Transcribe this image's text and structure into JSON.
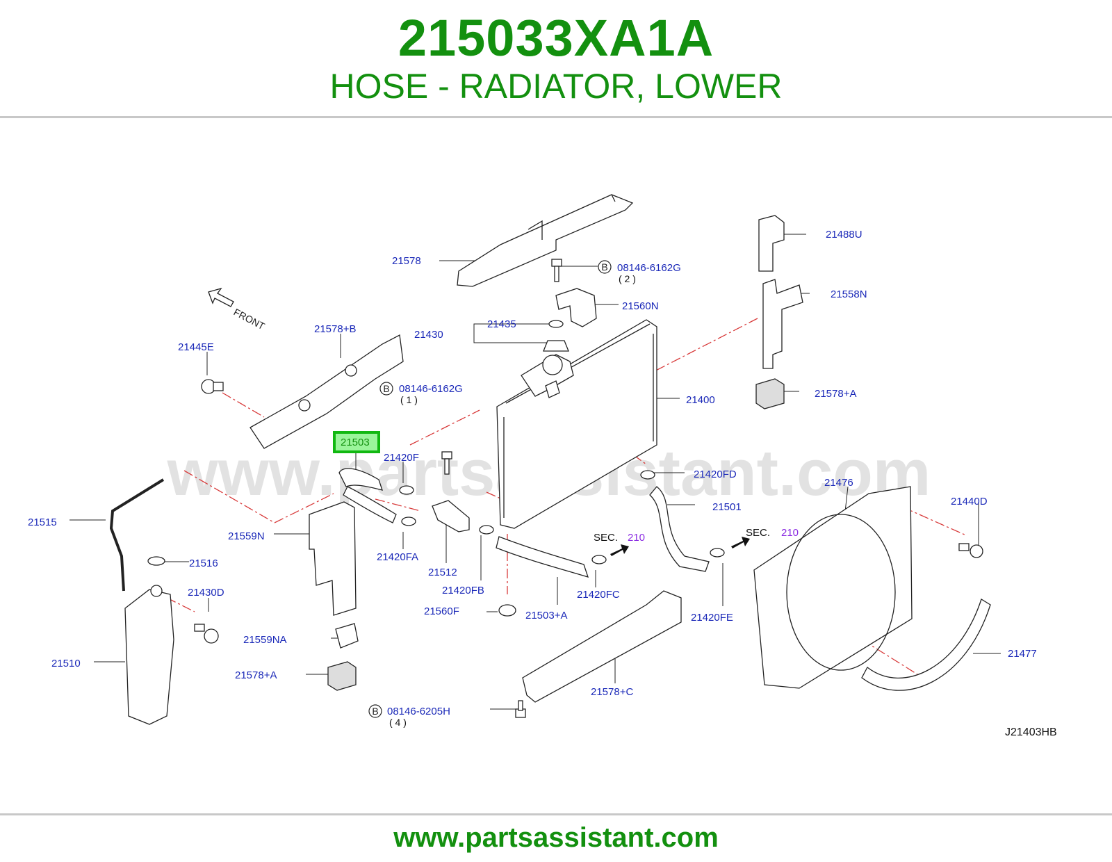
{
  "header": {
    "part_number": "215033XA1A",
    "description": "HOSE - RADIATOR, LOWER"
  },
  "watermark": "www.partsassistant.com",
  "footer": {
    "url": "www.partsassistant.com"
  },
  "diagram": {
    "front_label": "FRONT",
    "diagram_code": "J21403HB",
    "highlighted_part": "21503",
    "labels": [
      {
        "id": "21578",
        "text": "21578"
      },
      {
        "id": "08146-6162G-top",
        "text": "08146-6162G"
      },
      {
        "id": "21488U",
        "text": "21488U"
      },
      {
        "id": "21558N",
        "text": "21558N"
      },
      {
        "id": "21560N",
        "text": "21560N"
      },
      {
        "id": "21435",
        "text": "21435"
      },
      {
        "id": "21430",
        "text": "21430"
      },
      {
        "id": "21578+B",
        "text": "21578+B"
      },
      {
        "id": "21445E",
        "text": "21445E"
      },
      {
        "id": "08146-6162G-mid",
        "text": "08146-6162G"
      },
      {
        "id": "21400",
        "text": "21400"
      },
      {
        "id": "21578+A-right",
        "text": "21578+A"
      },
      {
        "id": "21503",
        "text": "21503"
      },
      {
        "id": "21420F",
        "text": "21420F"
      },
      {
        "id": "21420FD",
        "text": "21420FD"
      },
      {
        "id": "21515",
        "text": "21515"
      },
      {
        "id": "21559N",
        "text": "21559N"
      },
      {
        "id": "21501",
        "text": "21501"
      },
      {
        "id": "21476",
        "text": "21476"
      },
      {
        "id": "21440D",
        "text": "21440D"
      },
      {
        "id": "21420FA",
        "text": "21420FA"
      },
      {
        "id": "21512",
        "text": "21512"
      },
      {
        "id": "21420FB",
        "text": "21420FB"
      },
      {
        "id": "21420FC",
        "text": "21420FC"
      },
      {
        "id": "21516",
        "text": "21516"
      },
      {
        "id": "21430D",
        "text": "21430D"
      },
      {
        "id": "21560F",
        "text": "21560F"
      },
      {
        "id": "21503+A",
        "text": "21503+A"
      },
      {
        "id": "21420FE",
        "text": "21420FE"
      },
      {
        "id": "21559NA",
        "text": "21559NA"
      },
      {
        "id": "21510",
        "text": "21510"
      },
      {
        "id": "21578+A-left",
        "text": "21578+A"
      },
      {
        "id": "21578+C",
        "text": "21578+C"
      },
      {
        "id": "21477",
        "text": "21477"
      },
      {
        "id": "08146-6205H",
        "text": "08146-6205H"
      }
    ],
    "qty": {
      "top": "( 2 )",
      "mid": "( 1 )",
      "bottom": "( 4 )"
    },
    "bolt_marker": "B",
    "sec_refs": [
      {
        "prefix": "SEC.",
        "num": "210"
      },
      {
        "prefix": "SEC.",
        "num": "210"
      }
    ]
  },
  "colors": {
    "brand_green": "#13900f",
    "label_blue": "#1a28b8",
    "sec_purple": "#8a2be2",
    "highlight_box": "#11b811",
    "highlight_fill": "#9bf59b",
    "leader_red": "#d83a3a"
  }
}
